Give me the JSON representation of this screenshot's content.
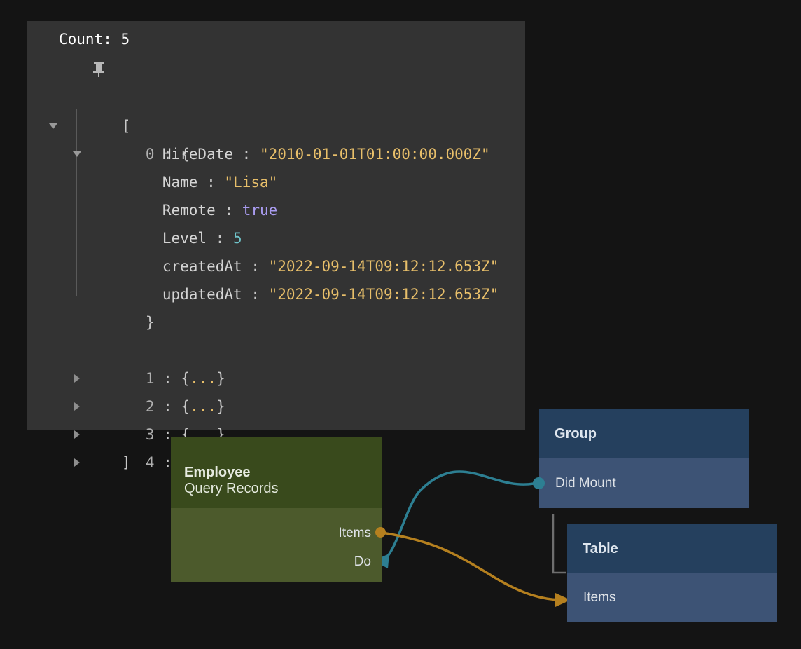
{
  "colors": {
    "page_background": "#141414",
    "panel_background": "#333333",
    "string_value": "#e8bf6a",
    "boolean_value": "#a99cf0",
    "number_value": "#6fc3c9",
    "key_text": "#d4d4d4",
    "amber_link": "#b5801f",
    "teal_link": "#2d7f92",
    "employee_header": "#394a1c",
    "employee_body": "#4c5a2c",
    "blue_header": "#25405e",
    "blue_body": "#3d5375"
  },
  "inspector": {
    "pin_icon": "pin-icon",
    "count_label": "Count: 5",
    "open_bracket": "[",
    "close_bracket": "]",
    "expanded_item": {
      "index": "0",
      "colon": ":",
      "open_brace": "{",
      "close_brace": "}",
      "fields": [
        {
          "key": "HireDate",
          "sep": ":",
          "value": "\"2010-01-01T01:00:00.000Z\"",
          "type": "string"
        },
        {
          "key": "Name",
          "sep": ":",
          "value": "\"Lisa\"",
          "type": "string"
        },
        {
          "key": "Remote",
          "sep": ":",
          "value": "true",
          "type": "boolean"
        },
        {
          "key": "Level",
          "sep": ":",
          "value": "5",
          "type": "number"
        },
        {
          "key": "createdAt",
          "sep": ":",
          "value": "\"2022-09-14T09:12:12.653Z\"",
          "type": "string"
        },
        {
          "key": "updatedAt",
          "sep": ":",
          "value": "\"2022-09-14T09:12:12.653Z\"",
          "type": "string"
        }
      ]
    },
    "collapsed_items": [
      {
        "index": "1",
        "colon": ":",
        "summary": "{...}"
      },
      {
        "index": "2",
        "colon": ":",
        "summary": "{...}"
      },
      {
        "index": "3",
        "colon": ":",
        "summary": "{...}"
      },
      {
        "index": "4",
        "colon": ":",
        "summary": "{...}"
      }
    ]
  },
  "graph": {
    "employee": {
      "title": "Employee",
      "subtitle": "Query Records",
      "ports": {
        "items": "Items",
        "do": "Do"
      }
    },
    "group": {
      "title": "Group",
      "ports": {
        "did_mount": "Did Mount"
      }
    },
    "table": {
      "title": "Table",
      "ports": {
        "items": "Items"
      }
    }
  }
}
